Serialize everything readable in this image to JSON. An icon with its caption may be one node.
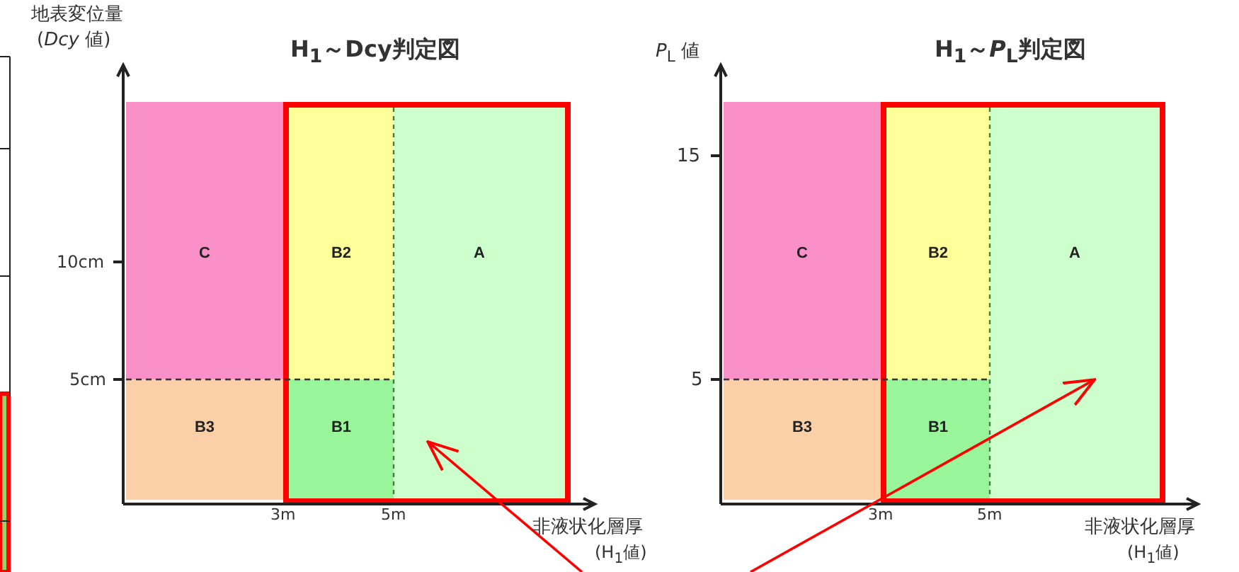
{
  "diagram": {
    "nodes": [
      {
        "text": [
          "C"
        ]
      },
      {
        "text": [
          "B3"
        ]
      },
      {
        "text": [],
        "shape": "box"
      },
      {
        "text": [
          "B2"
        ],
        "in": 2
      },
      {
        "text": [
          "B1"
        ],
        "in": 2
      },
      {
        "text": [
          "A"
        ],
        "in": 2
      },
      {
        "text": [
          "C"
        ]
      },
      {
        "text": [
          "B3"
        ]
      },
      {
        "text": [],
        "shape": "box"
      },
      {
        "text": [
          "B2"
        ],
        "in": 8
      },
      {
        "text": [
          "B1"
        ],
        "in": 8
      },
      {
        "text": [
          "A"
        ],
        "in": 8
      }
    ],
    "edges": [
      {
        "from": null,
        "to": 5,
        "arrow": "to"
      },
      {
        "from": null,
        "to": 11,
        "arrow": "to"
      }
    ],
    "labels": [
      "地表変位量",
      "(*Dcy* 値)",
      "H$_{1}$～Dcy判定図",
      "10cm",
      "5cm",
      "3m",
      "5m",
      "非液状化層厚",
      "(H$_{1}$値)",
      "*P*$_{L}$ 値",
      "H$_{1}$～*P*$_{L}$判定図",
      "15",
      "5",
      "3m",
      "5m",
      "非液状化層厚",
      "(H$_{1}$値)"
    ]
  }
}
